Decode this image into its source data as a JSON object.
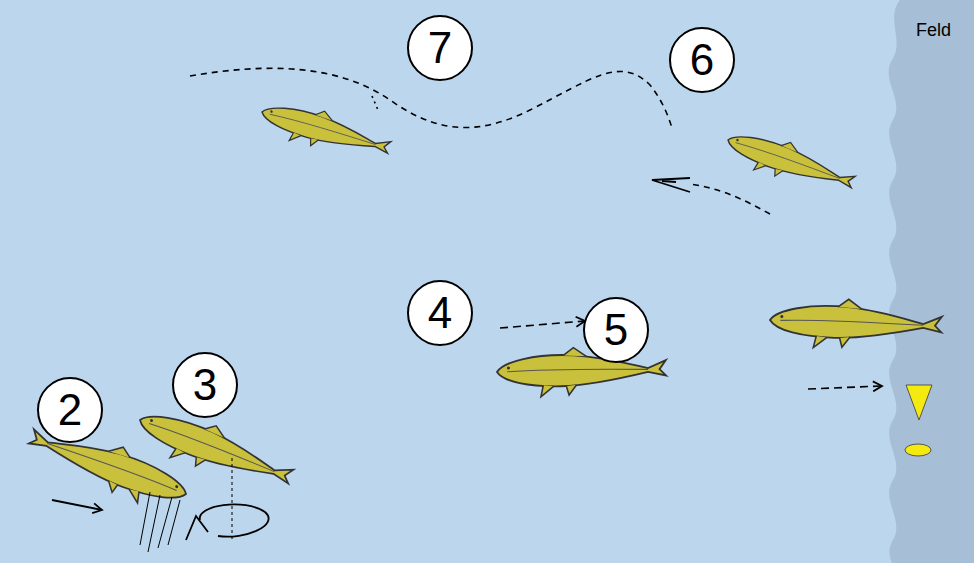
{
  "diagram": {
    "nodes": [
      {
        "text": [
          "2"
        ]
      },
      {
        "text": [
          "3"
        ]
      },
      {
        "text": [
          "4"
        ]
      },
      {
        "text": [
          "5"
        ]
      },
      {
        "text": [
          "6"
        ]
      },
      {
        "text": [
          "7"
        ]
      }
    ],
    "labels": [
      "Feld"
    ]
  }
}
